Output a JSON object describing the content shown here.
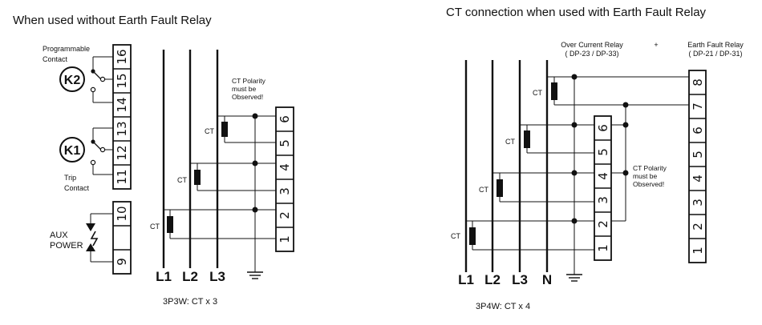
{
  "left": {
    "title": "When used without Earth Fault Relay",
    "programmable_contact": [
      "Programmable",
      "Contact"
    ],
    "trip_contact": [
      "Trip",
      "Contact"
    ],
    "aux_power": [
      "AUX",
      "POWER"
    ],
    "k2": "K2",
    "k1": "K1",
    "terminals_top": [
      "16",
      "15",
      "14",
      "13",
      "12",
      "11"
    ],
    "terminals_aux": [
      "10",
      "",
      "9"
    ],
    "meter_terminals": [
      "6",
      "5",
      "4",
      "3",
      "2",
      "1"
    ],
    "ct_polarity": [
      "CT Polarity",
      "must be",
      "Observed!"
    ],
    "ct_label": "CT",
    "lines": [
      "L1",
      "L2",
      "L3"
    ],
    "caption": "3P3W: CT x 3"
  },
  "right": {
    "title": "CT connection when used with Earth Fault Relay",
    "oc_relay": [
      "Over Current Relay",
      "( DP-23 / DP-33)"
    ],
    "plus": "+",
    "ef_relay": [
      "Earth Fault Relay",
      "( DP-21 / DP-31)"
    ],
    "oc_terminals": [
      "6",
      "5",
      "4",
      "3",
      "2",
      "1"
    ],
    "ef_terminals": [
      "8",
      "7",
      "6",
      "5",
      "4",
      "3",
      "2",
      "1"
    ],
    "ct_polarity": [
      "CT Polarity",
      "must be",
      "Observed!"
    ],
    "ct_label": "CT",
    "lines": [
      "L1",
      "L2",
      "L3",
      "N"
    ],
    "caption": "3P4W: CT x 4"
  }
}
